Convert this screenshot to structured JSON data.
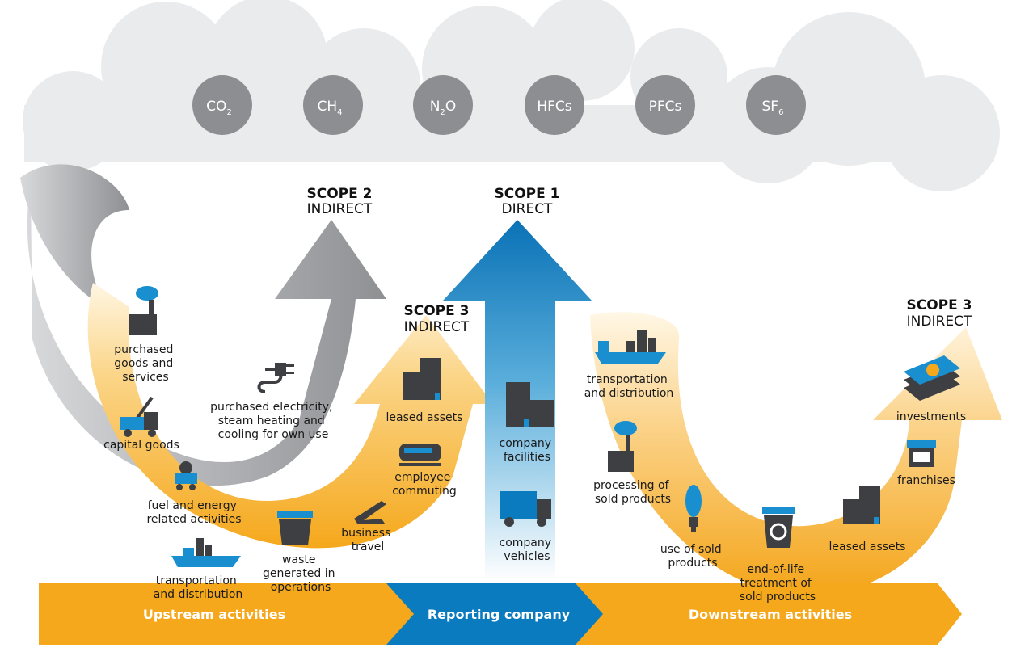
{
  "gases": [
    "CO",
    "CH",
    "N",
    "HFCs",
    "PFCs",
    "SF"
  ],
  "gas_subscripts": [
    "2",
    "4",
    "2",
    "",
    "",
    "6"
  ],
  "gas_n2o_suffix": "O",
  "scopes": {
    "scope2": {
      "title": "SCOPE 2",
      "subtitle": "INDIRECT"
    },
    "scope1": {
      "title": "SCOPE 1",
      "subtitle": "DIRECT"
    },
    "scope3_up": {
      "title": "SCOPE 3",
      "subtitle": "INDIRECT"
    },
    "scope3_down": {
      "title": "SCOPE 3",
      "subtitle": "INDIRECT"
    }
  },
  "upstream": {
    "purchased_goods": [
      "purchased",
      "goods and",
      "services"
    ],
    "capital_goods": [
      "capital goods"
    ],
    "fuel_energy": [
      "fuel and energy",
      "related activities"
    ],
    "transport": [
      "transportation",
      "and distribution"
    ],
    "waste": [
      "waste",
      "generated in",
      "operations"
    ],
    "business_travel": [
      "business",
      "travel"
    ],
    "commuting": [
      "employee",
      "commuting"
    ],
    "leased_assets": [
      "leased assets"
    ],
    "electricity": [
      "purchased electricity,",
      "steam heating and",
      "cooling for own use"
    ]
  },
  "reporting": {
    "facilities": [
      "company",
      "facilities"
    ],
    "vehicles": [
      "company",
      "vehicles"
    ]
  },
  "downstream": {
    "transport": [
      "transportation",
      "and distribution"
    ],
    "processing": [
      "processing of",
      "sold products"
    ],
    "use": [
      "use of sold",
      "products"
    ],
    "end_of_life": [
      "end-of-life",
      "treatment of",
      "sold products"
    ],
    "leased_assets": [
      "leased assets"
    ],
    "franchises": [
      "franchises"
    ],
    "investments": [
      "investments"
    ]
  },
  "bar": {
    "upstream": "Upstream activities",
    "reporting": "Reporting company",
    "downstream": "Downstream activities"
  },
  "colors": {
    "orange": "#f5a81c",
    "blue": "#0b7bbf",
    "gray": "#a9aaad",
    "cloud": "#eaebec",
    "gas": "#8d8e91",
    "icon_dark": "#3d3f42",
    "icon_blue": "#1a8fd0"
  }
}
